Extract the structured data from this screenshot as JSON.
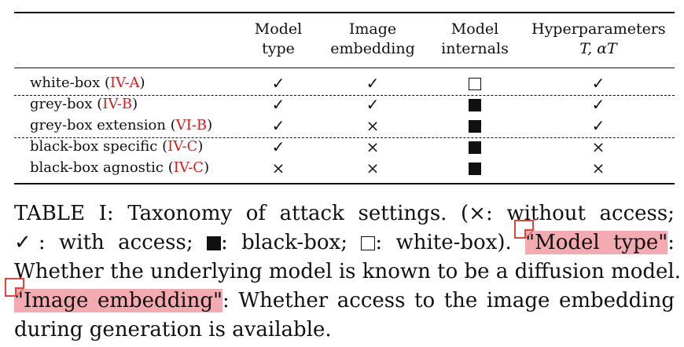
{
  "table": {
    "headers": [
      {
        "line1": "Model",
        "line2": "type"
      },
      {
        "line1": "Image",
        "line2": "embedding"
      },
      {
        "line1": "Model",
        "line2": "internals"
      },
      {
        "line1": "Hyperparameters",
        "line2": "T, αT"
      }
    ],
    "rows": [
      {
        "label": "white-box",
        "ref": "IV-A",
        "cells": [
          "✓",
          "✓",
          "□",
          "✓"
        ]
      },
      {
        "label": "grey-box",
        "ref": "IV-B",
        "cells": [
          "✓",
          "✓",
          "■",
          "✓"
        ]
      },
      {
        "label": "grey-box extension",
        "ref": "VI-B",
        "cells": [
          "✓",
          "×",
          "■",
          "✓"
        ]
      },
      {
        "label": "black-box specific",
        "ref": "IV-C",
        "cells": [
          "✓",
          "×",
          "■",
          "×"
        ]
      },
      {
        "label": "black-box agnostic",
        "ref": "IV-C",
        "cells": [
          "×",
          "×",
          "■",
          "×"
        ]
      }
    ]
  },
  "caption": {
    "line1": "TABLE I: Taxonomy of attack settings. (×: without access;",
    "line2_a": "✓: with access; ",
    "line2_b": ": black-box; ",
    "line2_c": ": white-box). ",
    "line2_hl": "\"Model type\"",
    "line2_d": ":",
    "line3": "Whether the underlying model is known to be a diffusion model.",
    "line4_hl": "\"Image embedding\"",
    "line4_b": ": Whether access to the image embedding",
    "line5": "during generation is available."
  },
  "colors": {
    "ref": "#d21f1f",
    "highlight": "#f3aab0",
    "note_icon": "#e0463c"
  }
}
